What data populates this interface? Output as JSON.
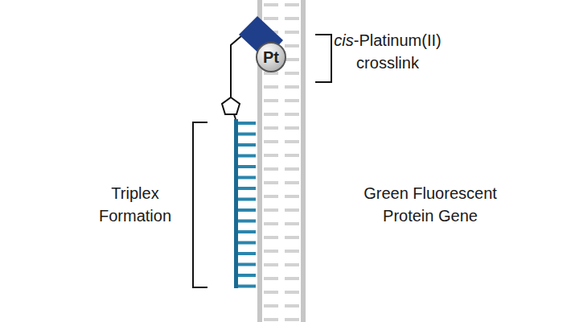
{
  "diagram": {
    "nodes": [
      {
        "text": [
          "Pt"
        ]
      }
    ],
    "labels": [
      "cis-Platinum(II) crosslink",
      "Triplex Formation",
      "Green Fluorescent Protein Gene"
    ]
  }
}
